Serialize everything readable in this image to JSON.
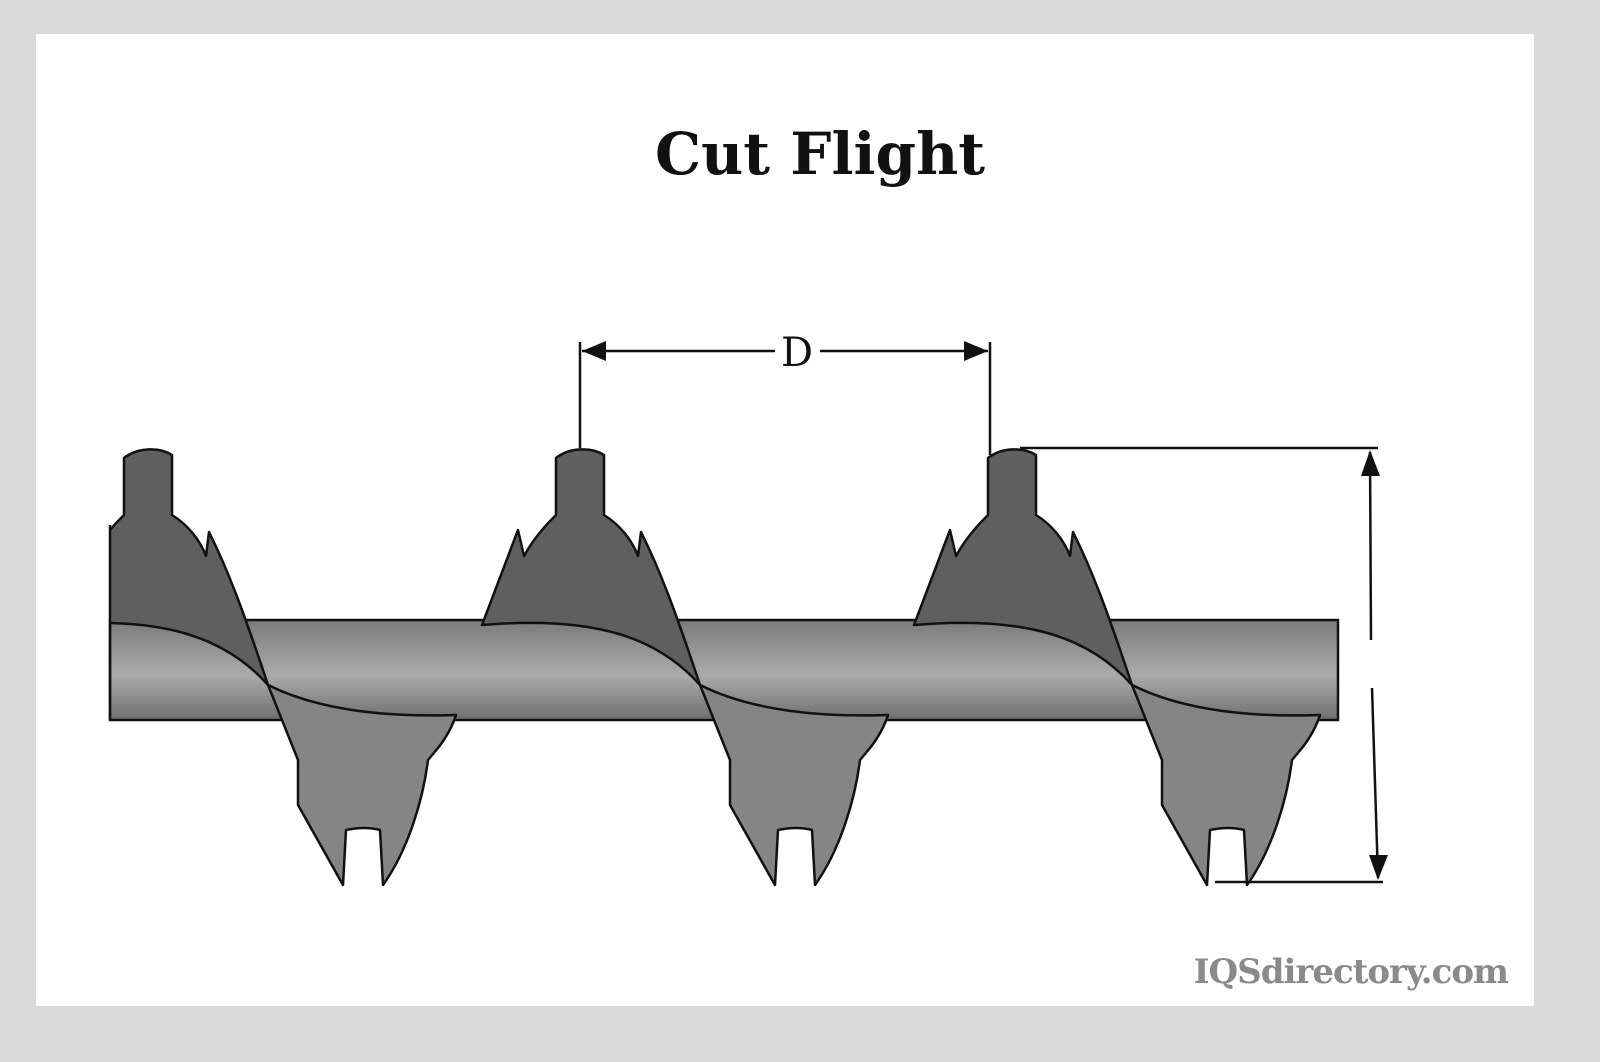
{
  "title": "Cut Flight",
  "dimension_label": "D",
  "watermark": "IQSdirectory.com",
  "colors": {
    "flight_dark": "#5f5f5f",
    "flight_light": "#858585",
    "shaft_mid": "#a9a9a9",
    "border": "#d9d9d9"
  }
}
